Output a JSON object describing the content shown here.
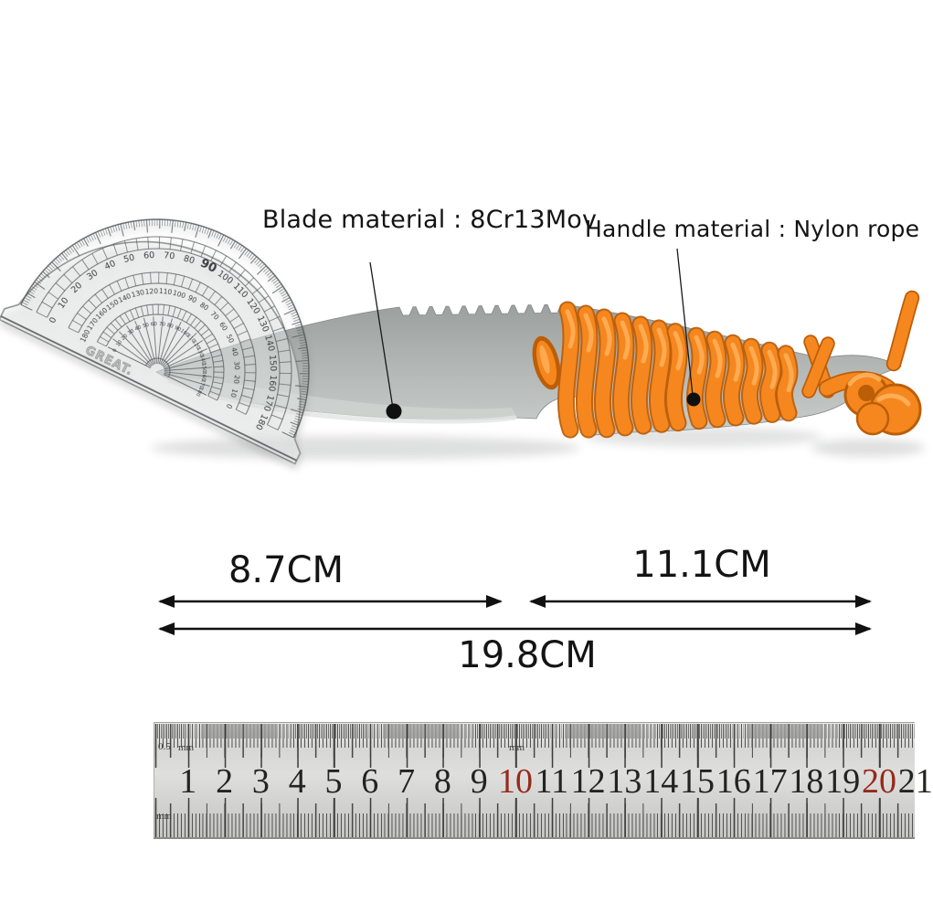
{
  "page": {
    "background": "#ffffff"
  },
  "callouts": {
    "blade": {
      "label": "Blade material :  8Cr13Mov"
    },
    "handle": {
      "label": "Handle material : Nylon rope"
    }
  },
  "dimensions": {
    "blade": "8.7CM",
    "handle": "11.1CM",
    "overall": "19.8CM"
  },
  "knife": {
    "blade_color_dark": "#989d9b",
    "blade_color": "#b2b7b5",
    "blade_color_light": "#c9cdcb",
    "cord_color": "#f5871e",
    "cord_dark": "#bc5e08",
    "cord_light": "#ffb25c"
  },
  "protractor": {
    "brand": "GREAT.",
    "bold_number": 90,
    "outer_numbers": [
      0,
      10,
      20,
      30,
      40,
      50,
      60,
      70,
      80,
      90,
      100,
      110,
      120,
      130,
      140,
      150,
      160,
      170,
      180
    ],
    "inner_numbers": [
      180,
      170,
      160,
      150,
      140,
      130,
      120,
      110,
      100,
      90,
      80,
      70,
      60,
      50,
      40,
      30,
      20,
      10,
      0
    ],
    "mini_numbers": [
      0,
      10,
      20,
      30,
      40,
      50,
      60,
      70,
      80,
      90,
      100,
      110,
      120,
      130,
      140,
      150,
      160,
      170,
      180
    ]
  },
  "ruler": {
    "numbers": [
      1,
      2,
      3,
      4,
      5,
      6,
      7,
      8,
      9,
      10,
      11,
      12,
      13,
      14,
      15,
      16,
      17,
      18,
      19,
      20,
      21
    ],
    "red_numbers": [
      10,
      20
    ],
    "number_color": "#232321",
    "red_color": "#96291c",
    "top_left_small": "0.5",
    "top_left_unit": "mm",
    "top_mid_unit": "mm",
    "bottom_left_unit": "mm"
  }
}
